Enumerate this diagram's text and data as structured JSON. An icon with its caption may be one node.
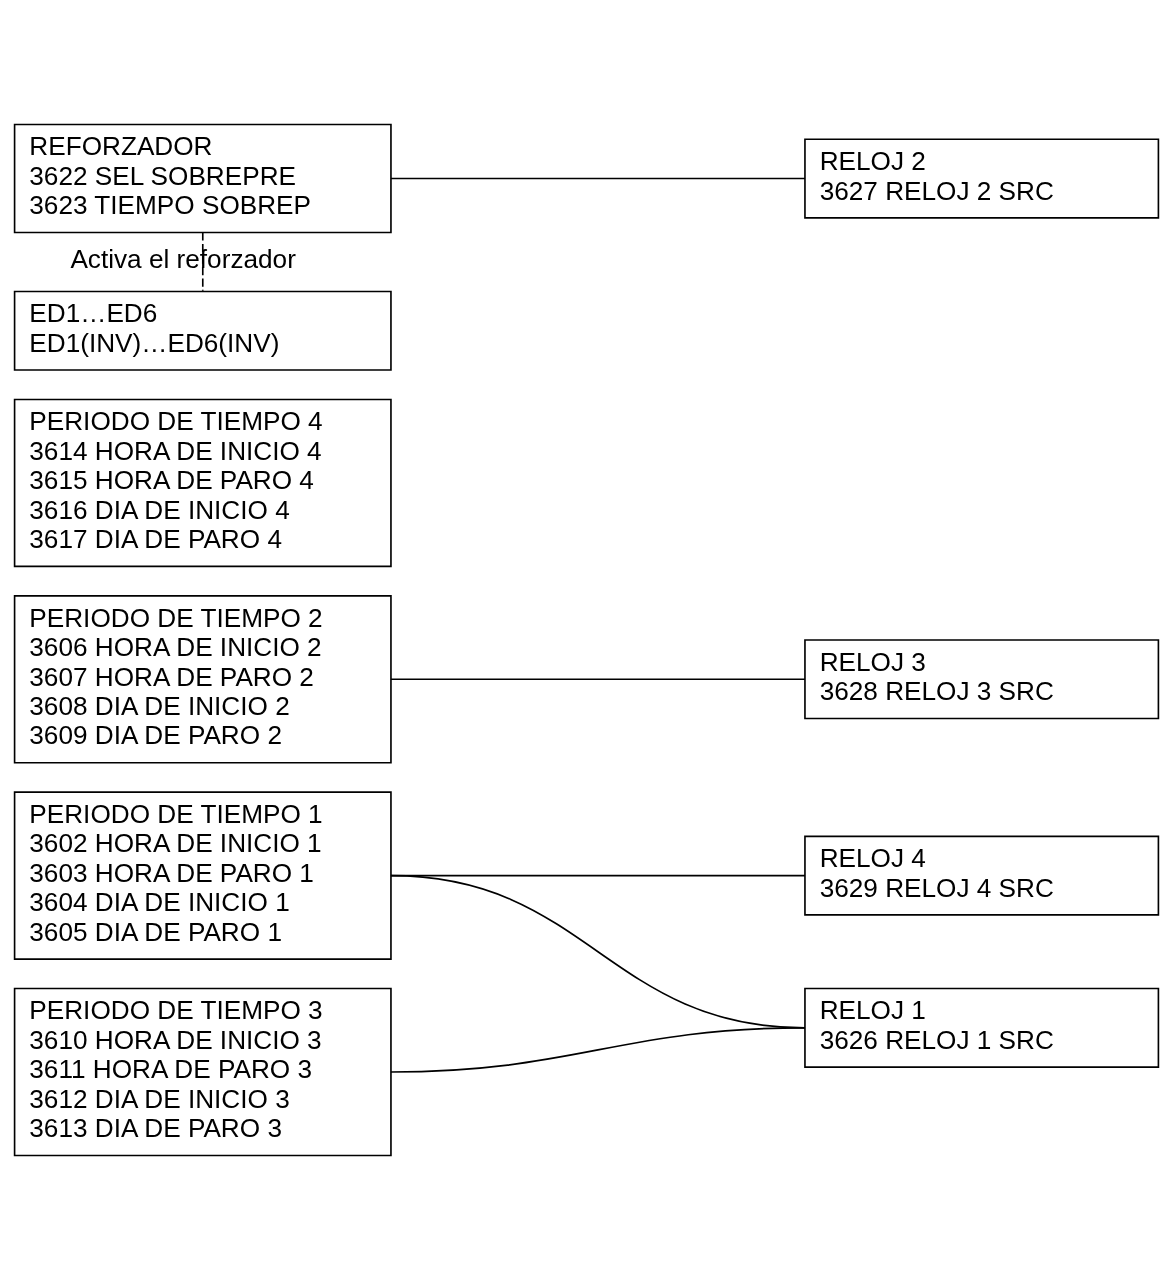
{
  "diagram": {
    "nodes": [
      {
        "text": [
          "PERIODO DE TIEMPO 1",
          "3602 HORA DE INICIO 1",
          "3603 HORA DE PARO 1",
          "3604 DIA DE INICIO 1",
          "3605 DIA DE PARO 1"
        ]
      },
      {
        "text": [
          "PERIODO DE TIEMPO 2",
          "3606 HORA DE INICIO 2",
          "3607 HORA DE PARO 2",
          "3608 DIA DE INICIO 2",
          "3609 DIA DE PARO 2"
        ]
      },
      {
        "text": [
          "PERIODO DE TIEMPO 3",
          "3610 HORA DE INICIO 3",
          "3611 HORA DE PARO 3",
          "3612 DIA DE INICIO 3",
          "3613 DIA DE PARO 3"
        ]
      },
      {
        "text": [
          "PERIODO DE TIEMPO 4",
          "3614 HORA DE INICIO 4",
          "3615 HORA DE PARO 4",
          "3616 DIA DE INICIO 4",
          "3617 DIA DE PARO 4"
        ]
      },
      {
        "text": [
          "REFORZADOR",
          "3622 SEL SOBREPRE",
          "3623 TIEMPO SOBREP"
        ]
      },
      {
        "text": [
          "RELOJ 1",
          "3626 RELOJ 1 SRC"
        ]
      },
      {
        "text": [
          "RELOJ 2",
          "3627 RELOJ 2 SRC"
        ]
      },
      {
        "text": [
          "RELOJ 3",
          "3628 RELOJ 3 SRC"
        ]
      },
      {
        "text": [
          "RELOJ 4",
          "3629 RELOJ 4 SRC"
        ]
      },
      {
        "text": [
          "ED1…ED6",
          "ED1(INV)…ED6(INV)"
        ]
      }
    ],
    "edges": [
      {
        "from": 0,
        "to": 5,
        "arrow": "none"
      },
      {
        "from": 0,
        "to": 8,
        "arrow": "none"
      },
      {
        "from": 1,
        "to": 7,
        "arrow": "none"
      },
      {
        "from": 2,
        "to": 5,
        "arrow": "none"
      },
      {
        "from": 4,
        "to": 6,
        "arrow": "none"
      },
      {
        "from": 4,
        "to": 9,
        "arrow": "none",
        "style": "dashed",
        "label": "Activa el reforzador"
      }
    ]
  }
}
